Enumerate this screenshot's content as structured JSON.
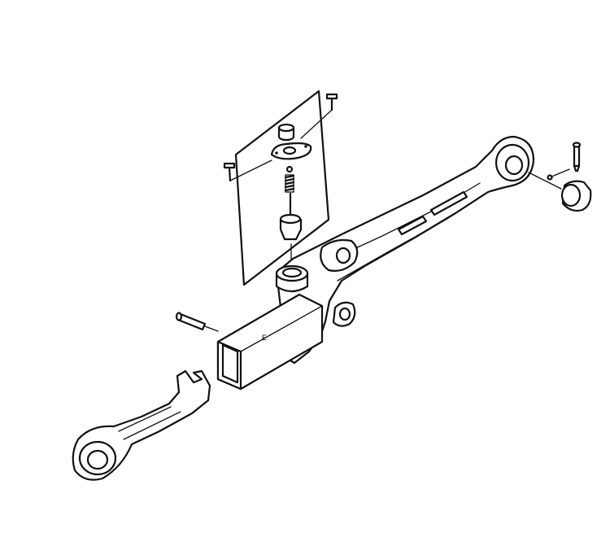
{
  "diagram": {
    "marking_label": "E",
    "parts": [
      "lower-link-arm",
      "box-section-socket",
      "exploded-panel",
      "rubber-buffer",
      "spring-plate",
      "retaining-screw-left",
      "retaining-screw-right",
      "coil-spring",
      "plunger",
      "cross-pin",
      "end-bushing",
      "linch-pin",
      "pivot-pin",
      "hook-end-link"
    ],
    "colors": {
      "line": "#111111",
      "background": "#ffffff"
    }
  }
}
